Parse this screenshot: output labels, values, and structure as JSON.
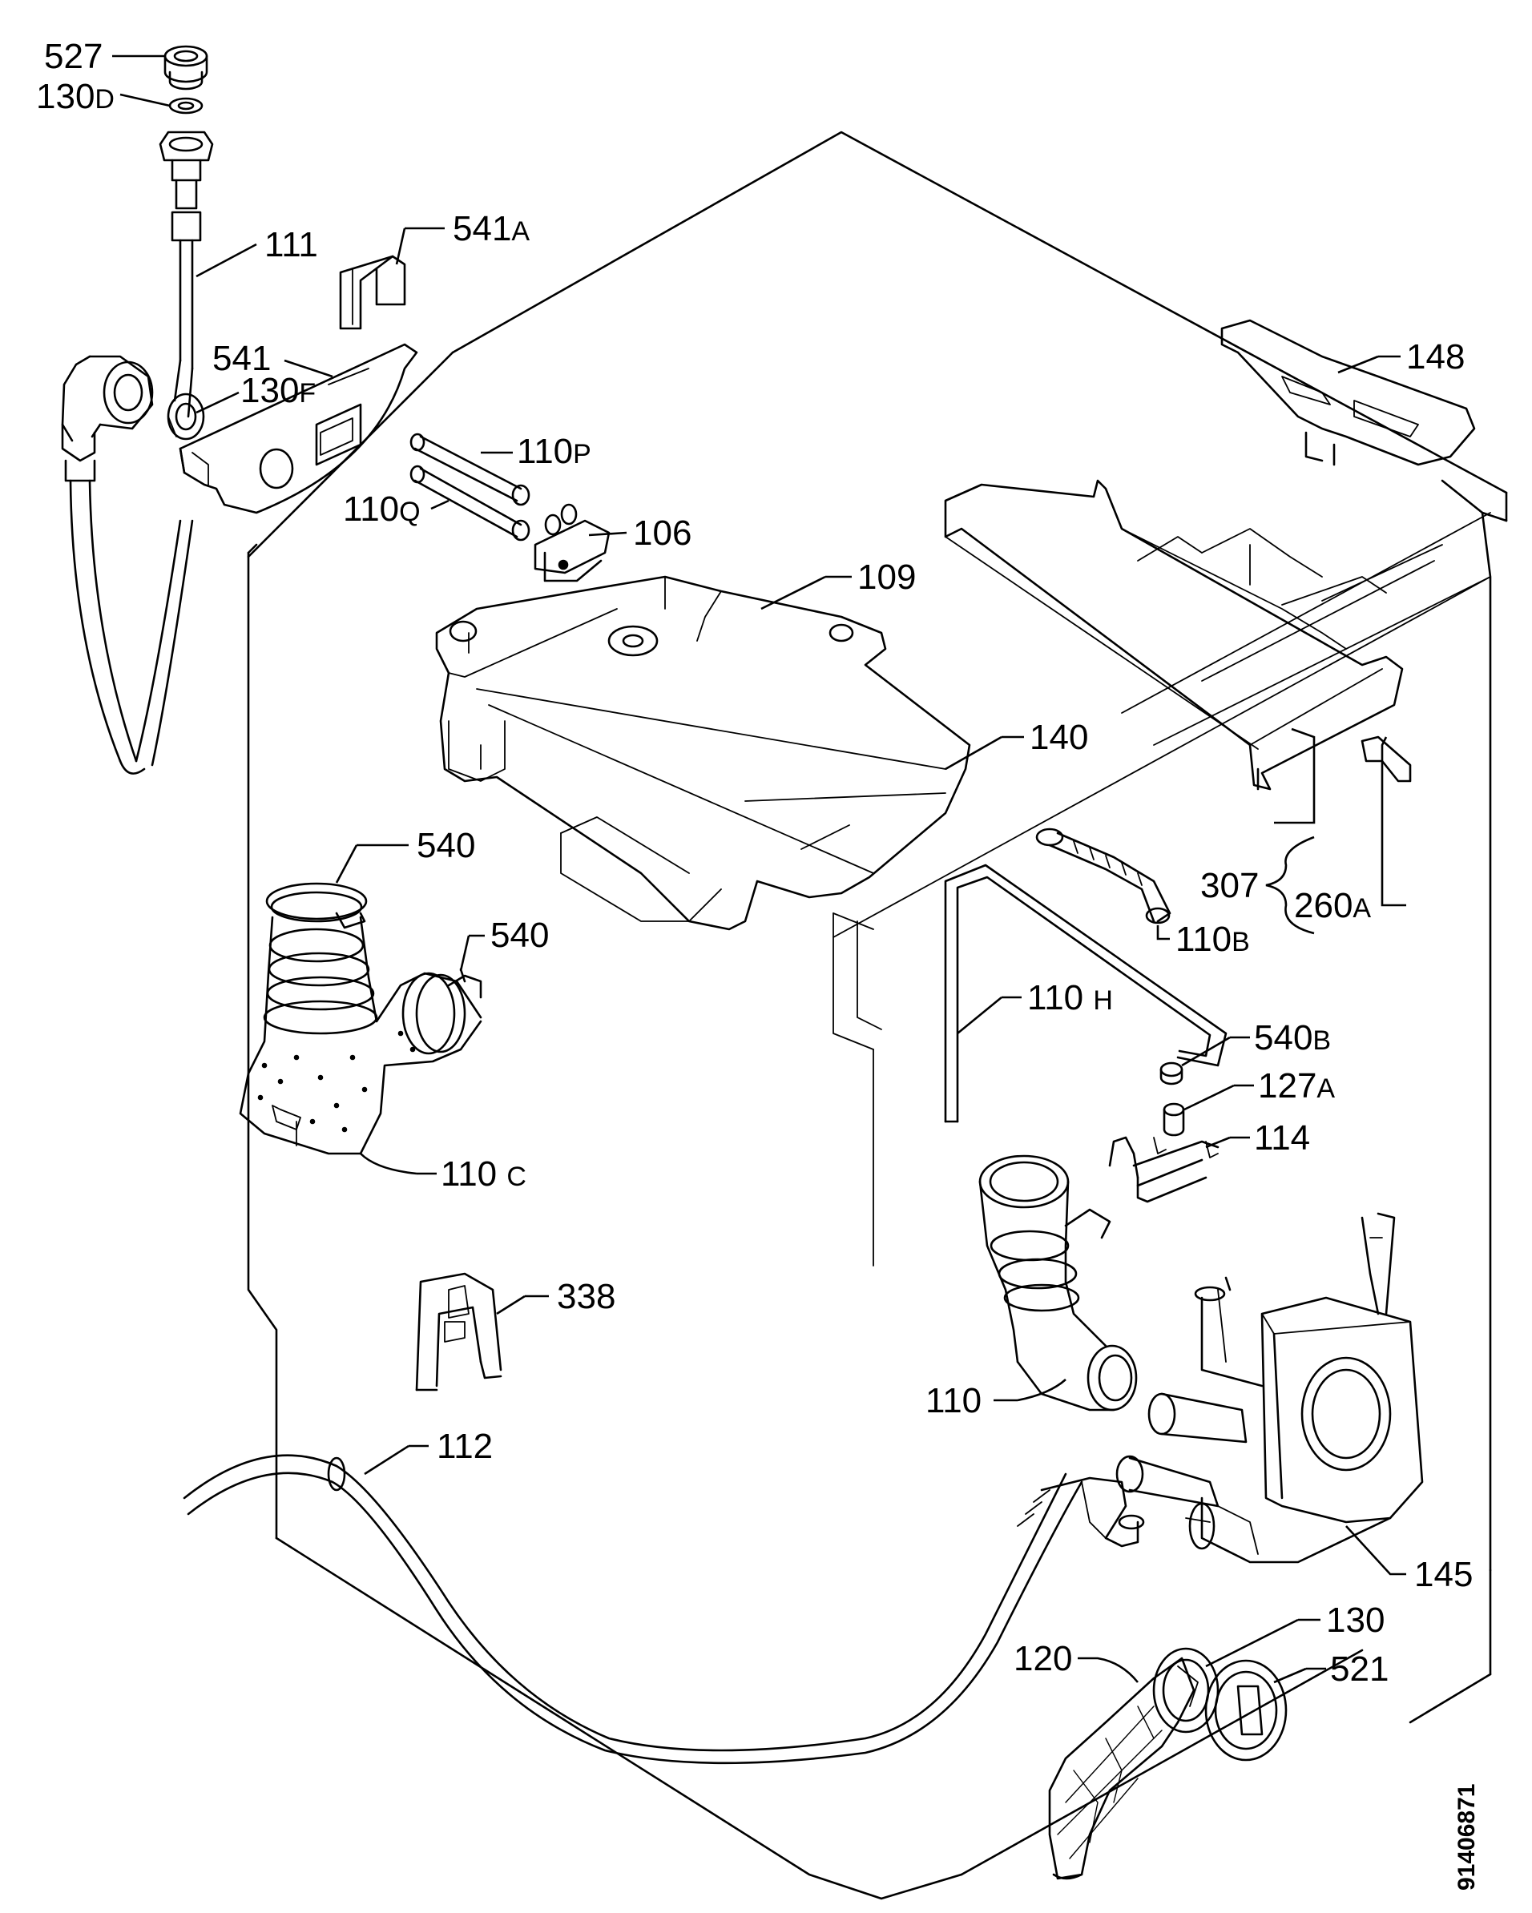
{
  "labels": {
    "p527": {
      "num": "527",
      "suffix": ""
    },
    "p130d": {
      "num": "130",
      "suffix": "D"
    },
    "p111": {
      "num": "111",
      "suffix": ""
    },
    "p541a": {
      "num": "541",
      "suffix": "A"
    },
    "p541": {
      "num": "541",
      "suffix": ""
    },
    "p130f": {
      "num": "130",
      "suffix": "F"
    },
    "p110p": {
      "num": "110",
      "suffix": "P"
    },
    "p110q": {
      "num": "110",
      "suffix": "Q"
    },
    "p106": {
      "num": "106",
      "suffix": ""
    },
    "p109": {
      "num": "109",
      "suffix": ""
    },
    "p148": {
      "num": "148",
      "suffix": ""
    },
    "p140": {
      "num": "140",
      "suffix": ""
    },
    "p540a": {
      "num": "540",
      "suffix": ""
    },
    "p540b": {
      "num": "540",
      "suffix": ""
    },
    "p307": {
      "num": "307",
      "suffix": ""
    },
    "p260a": {
      "num": "260",
      "suffix": "A"
    },
    "p110b": {
      "num": "110",
      "suffix": "B"
    },
    "p110h": {
      "num": "110 ",
      "suffix": "H"
    },
    "p540bb": {
      "num": "540",
      "suffix": "B"
    },
    "p127a": {
      "num": "127",
      "suffix": "A"
    },
    "p114": {
      "num": "114",
      "suffix": ""
    },
    "p110c": {
      "num": "110 ",
      "suffix": "C"
    },
    "p338": {
      "num": "338",
      "suffix": ""
    },
    "p110": {
      "num": "110",
      "suffix": ""
    },
    "p112": {
      "num": "112",
      "suffix": ""
    },
    "p145": {
      "num": "145",
      "suffix": ""
    },
    "p130": {
      "num": "130",
      "suffix": ""
    },
    "p120": {
      "num": "120",
      "suffix": ""
    },
    "p521": {
      "num": "521",
      "suffix": ""
    }
  },
  "doc_number": "91406871"
}
